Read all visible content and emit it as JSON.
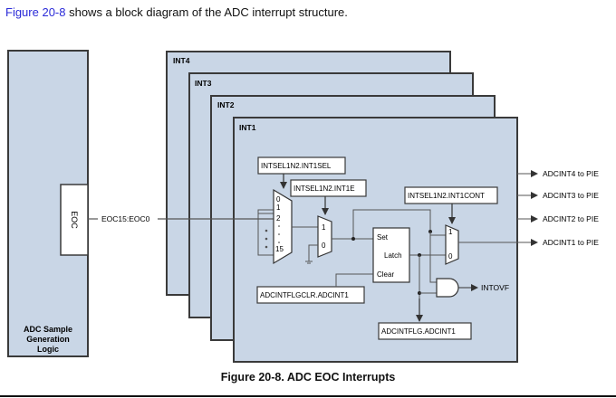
{
  "intro": {
    "link_text": "Figure 20-8",
    "rest_text": " shows a block diagram of the ADC interrupt structure."
  },
  "diagram": {
    "colors": {
      "block_fill": "#c9d6e6",
      "border": "#3a3a3a",
      "link": "#2a2ad8"
    },
    "source_block": {
      "label_lines": [
        "ADC Sample",
        "Generation",
        "Logic"
      ],
      "eoc_label": "EOC"
    },
    "bus_label": "EOC15:EOC0",
    "layers": [
      "INT4",
      "INT3",
      "INT2",
      "INT1"
    ],
    "registers": {
      "int1sel": "INTSEL1N2.INT1SEL",
      "int1e": "INTSEL1N2.INT1E",
      "int1cont": "INTSEL1N2.INT1CONT",
      "flgclr": "ADCINTFLGCLR.ADCINT1",
      "flg": "ADCINTFLG.ADCINT1"
    },
    "mux_inputs": {
      "sel_mux": [
        "0",
        "1",
        "2",
        "15"
      ],
      "enable_mux": [
        "1",
        "0"
      ],
      "cont_mux": [
        "1",
        "0"
      ]
    },
    "latch": {
      "set": "Set",
      "latch": "Latch",
      "clear": "Clear"
    },
    "overflow_label": "INTOVF",
    "outputs": [
      "ADCINT4 to PIE",
      "ADCINT3 to PIE",
      "ADCINT2 to PIE",
      "ADCINT1 to PIE"
    ]
  },
  "caption": "Figure 20-8. ADC EOC Interrupts"
}
